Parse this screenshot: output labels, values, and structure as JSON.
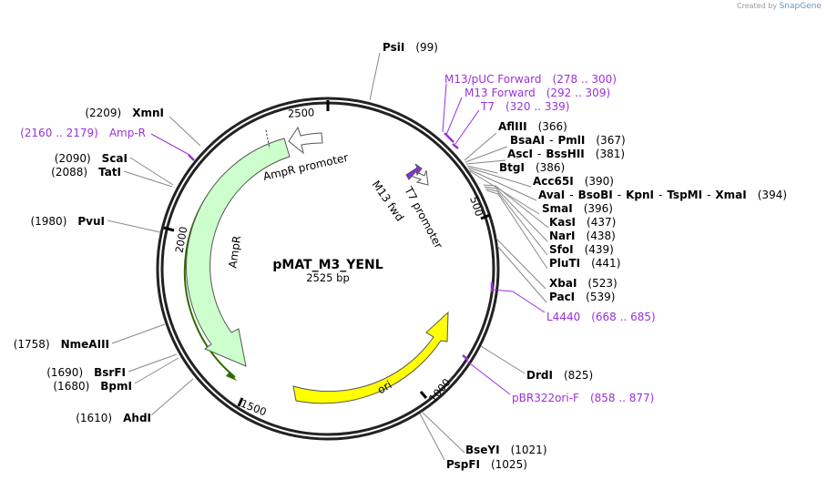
{
  "credit": {
    "prefix": "Created by",
    "brand": "SnapGene"
  },
  "plasmid": {
    "name": "pMAT_M3_YENL",
    "size": "2525 bp",
    "length": 2525
  },
  "ticks": [
    "500",
    "1000",
    "1500",
    "2000",
    "2500"
  ],
  "enzymes": [
    {
      "name": "PsiI",
      "pos": "(99)"
    },
    {
      "name": "AflIII",
      "pos": "(366)"
    },
    {
      "name": "BsaAI",
      "name2": "PmlI",
      "pos": "(367)"
    },
    {
      "name": "AscI",
      "name2": "BssHII",
      "pos": "(381)"
    },
    {
      "name": "BtgI",
      "pos": "(386)"
    },
    {
      "name": "Acc65I",
      "pos": "(390)"
    },
    {
      "name": "AvaI",
      "name2": "BsoBI",
      "name3": "KpnI",
      "name4": "TspMI",
      "name5": "XmaI",
      "pos": "(394)"
    },
    {
      "name": "SmaI",
      "pos": "(396)"
    },
    {
      "name": "KasI",
      "pos": "(437)"
    },
    {
      "name": "NarI",
      "pos": "(438)"
    },
    {
      "name": "SfoI",
      "pos": "(439)"
    },
    {
      "name": "PluTI",
      "pos": "(441)"
    },
    {
      "name": "XbaI",
      "pos": "(523)"
    },
    {
      "name": "PacI",
      "pos": "(539)"
    },
    {
      "name": "DrdI",
      "pos": "(825)"
    },
    {
      "name": "BseYI",
      "pos": "(1021)"
    },
    {
      "name": "PspFI",
      "pos": "(1025)"
    },
    {
      "name": "AhdI",
      "pos": "(1610)"
    },
    {
      "name": "BpmI",
      "pos": "(1680)"
    },
    {
      "name": "BsrFI",
      "pos": "(1690)"
    },
    {
      "name": "NmeAIII",
      "pos": "(1758)"
    },
    {
      "name": "PvuI",
      "pos": "(1980)"
    },
    {
      "name": "TatI",
      "pos": "(2088)"
    },
    {
      "name": "ScaI",
      "pos": "(2090)"
    },
    {
      "name": "XmnI",
      "pos": "(2209)"
    }
  ],
  "primers": [
    {
      "name": "M13/pUC Forward",
      "range": "(278 .. 300)"
    },
    {
      "name": "M13 Forward",
      "range": "(292 .. 309)"
    },
    {
      "name": "T7",
      "range": "(320 .. 339)"
    },
    {
      "name": "L4440",
      "range": "(668 .. 685)"
    },
    {
      "name": "pBR322ori-F",
      "range": "(858 .. 877)"
    },
    {
      "name": "Amp-R",
      "range": "(2160 .. 2179)"
    }
  ],
  "features": {
    "ori": "ori",
    "ampr": "AmpR",
    "ampr_promoter": "AmpR promoter",
    "t7_promoter": "T7 promoter",
    "m13_fwd": "M13 fwd"
  },
  "colors": {
    "backbone": "#222222",
    "primer": "#9b30d9",
    "ori_fill": "#ffff00",
    "ampr_fill": "#ccffcc",
    "ampr_track": "#2e6b00",
    "promoter_fill": "#ffffff"
  }
}
